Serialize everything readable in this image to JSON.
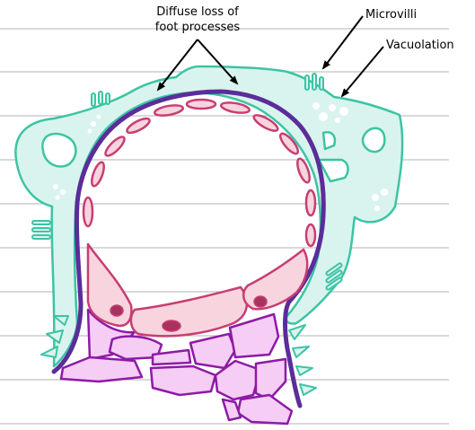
{
  "labels": {
    "foot_processes_line1": "Diffuse loss of",
    "foot_processes_line2": "foot processes",
    "microvilli": "Microvilli",
    "vacuolation": "Vacuolation"
  },
  "colors": {
    "podocyte_fill": "#d9f4ee",
    "podocyte_stroke": "#3cc4a4",
    "gbm_stroke": "#5b2d99",
    "endothelium_fill": "#f7d4de",
    "endothelium_stroke": "#c83d72",
    "nucleus_fill": "#a8325e",
    "mesangium_fill": "#f5cdf5",
    "mesangium_stroke": "#8e1aa6",
    "background_line": "#b3b3b3",
    "arrow": "#000000"
  }
}
